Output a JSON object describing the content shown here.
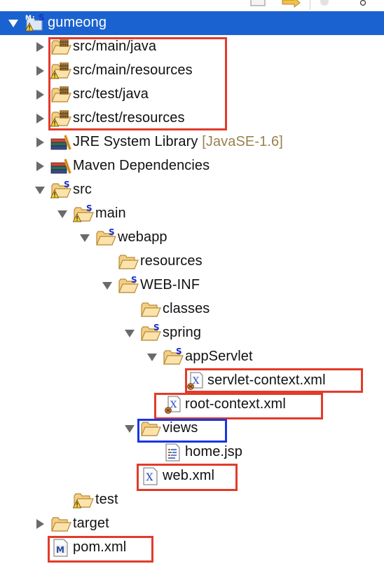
{
  "colors": {
    "selection": "#1a62cf",
    "highlight_red": "#e23b2a",
    "highlight_blue": "#1836e0",
    "decoration_text": "#9a8150"
  },
  "tree": {
    "items": [
      {
        "label": "gumeong",
        "icon": "maven-project-icon",
        "expanded": true,
        "selected": true
      },
      {
        "label": "src/main/java",
        "icon": "source-folder-icon"
      },
      {
        "label": "src/main/resources",
        "icon": "source-folder-warning-icon"
      },
      {
        "label": "src/test/java",
        "icon": "source-folder-icon"
      },
      {
        "label": "src/test/resources",
        "icon": "source-folder-warning-icon"
      },
      {
        "label": "JRE System Library",
        "decoration": "[JavaSE-1.6]",
        "icon": "library-icon"
      },
      {
        "label": "Maven Dependencies",
        "icon": "library-icon"
      },
      {
        "label": "src",
        "icon": "folder-spring-warning-icon",
        "expanded": true
      },
      {
        "label": "main",
        "icon": "folder-spring-warning-icon",
        "expanded": true
      },
      {
        "label": "webapp",
        "icon": "folder-spring-icon",
        "expanded": true
      },
      {
        "label": "resources",
        "icon": "folder-icon"
      },
      {
        "label": "WEB-INF",
        "icon": "folder-spring-icon",
        "expanded": true
      },
      {
        "label": "classes",
        "icon": "folder-icon"
      },
      {
        "label": "spring",
        "icon": "folder-spring-icon",
        "expanded": true
      },
      {
        "label": "appServlet",
        "icon": "folder-spring-icon",
        "expanded": true
      },
      {
        "label": "servlet-context.xml",
        "icon": "spring-xml-icon"
      },
      {
        "label": "root-context.xml",
        "icon": "spring-xml-icon"
      },
      {
        "label": "views",
        "icon": "folder-icon",
        "expanded": true
      },
      {
        "label": "home.jsp",
        "icon": "jsp-file-icon"
      },
      {
        "label": "web.xml",
        "icon": "xml-file-icon"
      },
      {
        "label": "test",
        "icon": "folder-warning-icon"
      },
      {
        "label": "target",
        "icon": "folder-icon",
        "collapsed": true
      },
      {
        "label": "pom.xml",
        "icon": "maven-pom-icon"
      }
    ]
  }
}
